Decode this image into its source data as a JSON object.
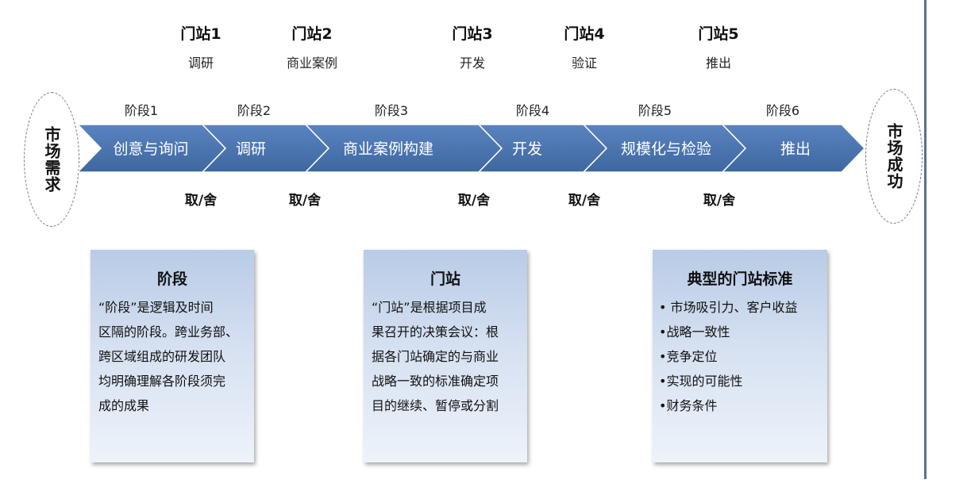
{
  "gates": [
    {
      "title": "门站1",
      "sub": "调研"
    },
    {
      "title": "门站2",
      "sub": "商业案例"
    },
    {
      "title": "门站3",
      "sub": "开发"
    },
    {
      "title": "门站4",
      "sub": "验证"
    },
    {
      "title": "门站5",
      "sub": "推出"
    }
  ],
  "stages": [
    {
      "label": "阶段1",
      "name": "创意与询问"
    },
    {
      "label": "阶段2",
      "name": "调研"
    },
    {
      "label": "阶段3",
      "name": "商业案例构建"
    },
    {
      "label": "阶段4",
      "name": "开发"
    },
    {
      "label": "阶段5",
      "name": "规模化与检验"
    },
    {
      "label": "阶段6",
      "name": "推出"
    }
  ],
  "decision_label": "取/舍",
  "start_oval": "市场需求",
  "end_oval": "市场成功",
  "boxes": [
    {
      "title": "阶段",
      "lines": [
        "“阶段”是逻辑及时间",
        "区隔的阶段。跨业务部、",
        "跨区域组成的研发团队",
        "均明确理解各阶段须完",
        "成的成果"
      ]
    },
    {
      "title": "门站",
      "lines": [
        "“门站”是根据项目成",
        "果召开的决策会议：根",
        "据各门站确定的与商业",
        "战略一致的标准确定项",
        "目的继续、暂停或分割"
      ]
    },
    {
      "title": "典型的门站标准",
      "lines": [
        "• 市场吸引力、客户收益",
        "•战略一致性",
        "•竞争定位",
        "•实现的可能性",
        "•财务条件"
      ]
    }
  ],
  "colors": {
    "arrow": "#4d76b3",
    "arrow_dark": "#3b629c",
    "box_top": "#b9cbe6",
    "box_bottom": "#eef3fa"
  }
}
